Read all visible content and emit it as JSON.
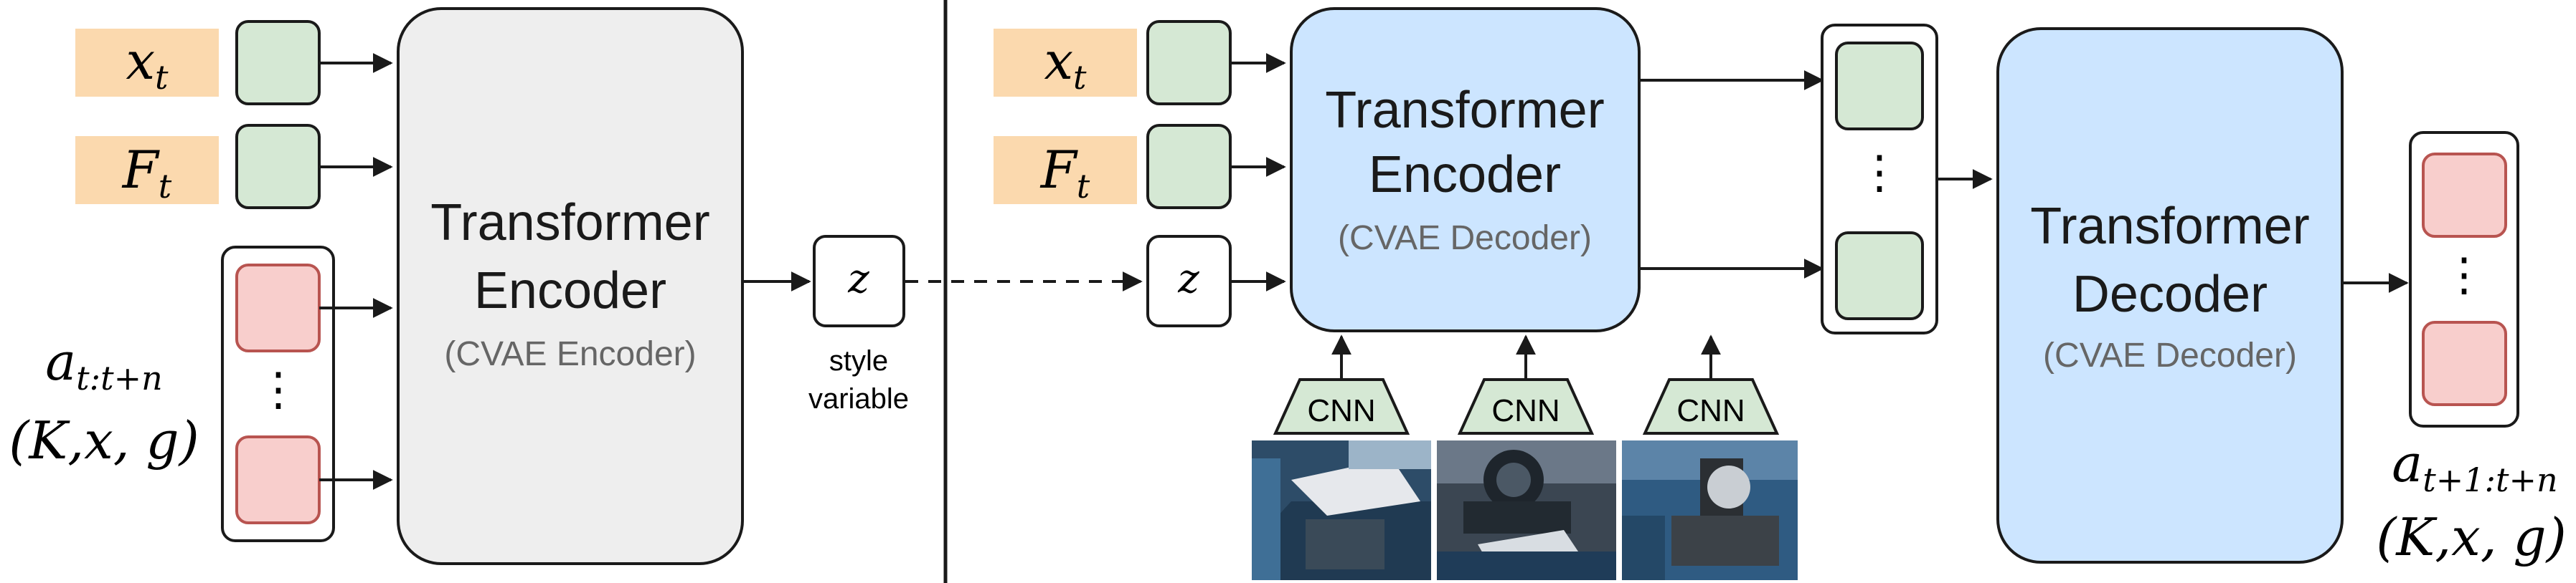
{
  "colors": {
    "input_label_bg": "#fbd9ae",
    "token_green": "#d5e8d4",
    "token_red": "#f8cecc",
    "token_red_stroke": "#b85450",
    "encoder_gray": "#eeeeee",
    "transformer_blue": "#cce5ff",
    "cnn_green": "#d5e8d4",
    "stroke": "#1a1a1a",
    "subtitle_gray": "#666666"
  },
  "left": {
    "inputs": {
      "x_label": "x",
      "x_sub": "t",
      "f_label": "F",
      "f_sub": "t"
    },
    "action_label": {
      "a": "a",
      "a_sub": "t:t+n",
      "tuple": "(K,x, g)"
    },
    "action_dots": "⋮",
    "encoder": {
      "title_line1": "Transformer",
      "title_line2": "Encoder",
      "subtitle": "(CVAE Encoder)"
    },
    "z": {
      "label": "z",
      "caption_line1": "style",
      "caption_line2": "variable"
    }
  },
  "right": {
    "inputs": {
      "x_label": "x",
      "x_sub": "t",
      "f_label": "F",
      "f_sub": "t",
      "z_label": "z"
    },
    "encoder": {
      "title_line1": "Transformer",
      "title_line2": "Encoder",
      "subtitle": "(CVAE Decoder)"
    },
    "cnn_labels": [
      "CNN",
      "CNN",
      "CNN"
    ],
    "middle_dots": "⋮",
    "decoder": {
      "title_line1": "Transformer",
      "title_line2": "Decoder",
      "subtitle": "(CVAE Decoder)"
    },
    "output_dots": "⋮",
    "output_label": {
      "a": "a",
      "a_sub": "t+1:t+n",
      "tuple": "(K,x, g)"
    }
  }
}
